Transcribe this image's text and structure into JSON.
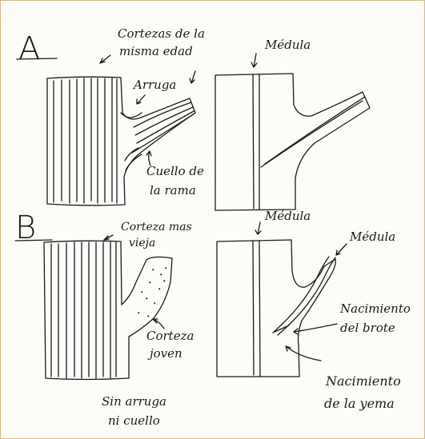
{
  "panel_a": {
    "letter": "A",
    "left": {
      "bark_same_age_1": "Cortezas de la",
      "bark_same_age_2": "misma edad",
      "wrinkle": "Arruga",
      "collar_1": "Cuello de",
      "collar_2": "la rama"
    },
    "right": {
      "pith": "Médula"
    }
  },
  "panel_b": {
    "letter": "B",
    "left": {
      "older_bark_1": "Corteza mas",
      "older_bark_2": "vieja",
      "young_bark_1": "Corteza",
      "young_bark_2": "joven",
      "no_wrinkle_1": "Sin arruga",
      "no_wrinkle_2": "ni cuello"
    },
    "right": {
      "pith_trunk": "Médula",
      "pith_branch": "Médula",
      "shoot_origin_1": "Nacimiento",
      "shoot_origin_2": "del brote",
      "bud_origin_1": "Nacimiento",
      "bud_origin_2": "de la yema"
    }
  },
  "colors": {
    "ink": "#1a1a1a",
    "border": "#d9b98a"
  }
}
